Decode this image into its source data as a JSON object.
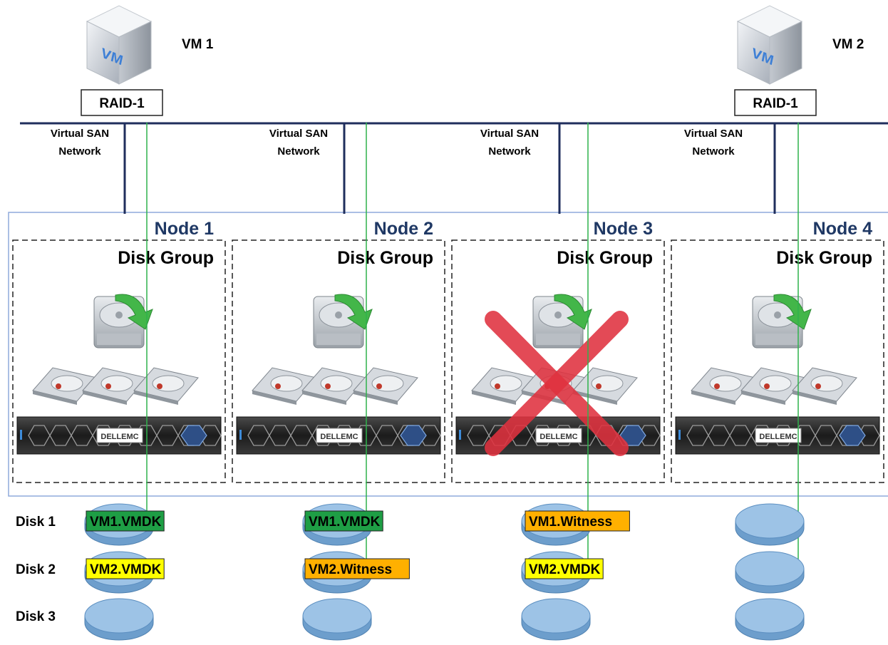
{
  "vms": [
    {
      "label": "VM 1",
      "policy": "RAID-1",
      "cube_text": "VM"
    },
    {
      "label": "VM 2",
      "policy": "RAID-1",
      "cube_text": "VM"
    }
  ],
  "network": {
    "label_line1": "Virtual SAN",
    "label_line2": "Network",
    "count": 4
  },
  "nodes": [
    {
      "title": "Node 1",
      "group": "Disk Group",
      "brand": "DELLEMC",
      "failed": false
    },
    {
      "title": "Node 2",
      "group": "Disk Group",
      "brand": "DELLEMC",
      "failed": false
    },
    {
      "title": "Node 3",
      "group": "Disk Group",
      "brand": "DELLEMC",
      "failed": true
    },
    {
      "title": "Node 4",
      "group": "Disk Group",
      "brand": "DELLEMC",
      "failed": false
    }
  ],
  "disk_rows": [
    "Disk 1",
    "Disk 2",
    "Disk 3"
  ],
  "components": [
    {
      "node": 0,
      "disk": 0,
      "label": "VM1.VMDK",
      "kind": "vm1"
    },
    {
      "node": 0,
      "disk": 1,
      "label": "VM2.VMDK",
      "kind": "vm2"
    },
    {
      "node": 1,
      "disk": 0,
      "label": "VM1.VMDK",
      "kind": "vm1"
    },
    {
      "node": 1,
      "disk": 1,
      "label": "VM2.Witness",
      "kind": "witness"
    },
    {
      "node": 2,
      "disk": 0,
      "label": "VM1.Witness",
      "kind": "witness"
    },
    {
      "node": 2,
      "disk": 1,
      "label": "VM2.VMDK",
      "kind": "vm2"
    }
  ],
  "colors": {
    "network_line": "#1f2e5c",
    "data_path": "#2fb24c",
    "node_title": "#1f3864",
    "cluster_border": "#8faadc",
    "disk_fill": "#9dc3e6",
    "vm1_label": "#1e9e45",
    "vm2_label": "#ffff00",
    "witness_label": "#ffb000",
    "failure_x": "#e0323f"
  },
  "icons": [
    "vm-cube-icon",
    "cache-drive-icon",
    "hard-drive-icon",
    "server-chassis-icon",
    "failure-x-icon",
    "disk-platter-icon"
  ]
}
